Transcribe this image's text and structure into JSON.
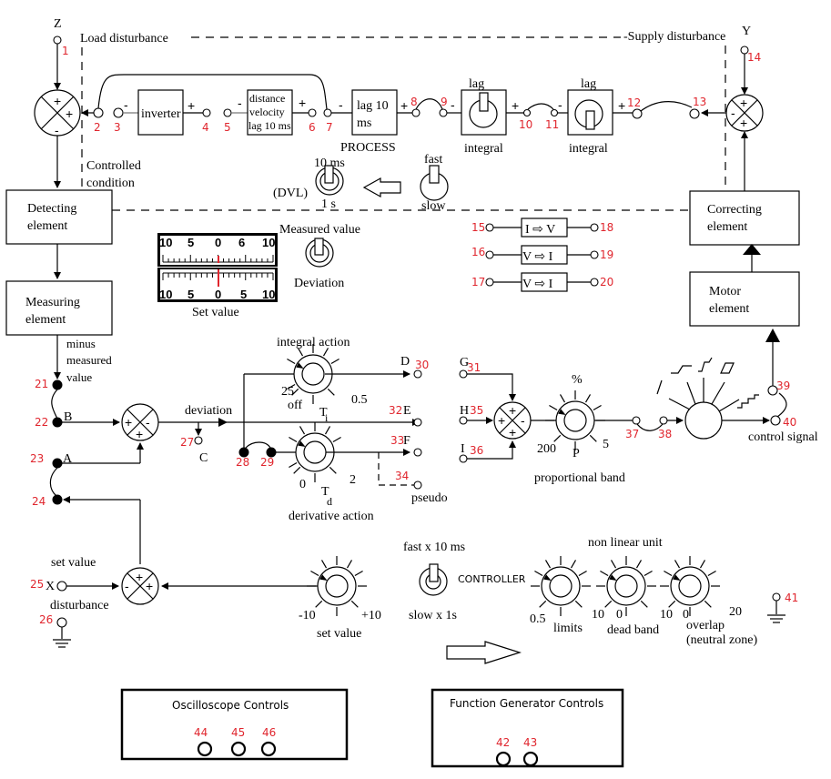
{
  "labels": {
    "z": "Z",
    "y": "Y",
    "load_disturbance": "Load disturbance",
    "supply_disturbance": "-Supply disturbance",
    "controlled_condition_1": "Controlled",
    "controlled_condition_2": "condition",
    "inverter": "inverter",
    "dvl_1": "distance",
    "dvl_2": "velocity",
    "dvl_3": "lag 10 ms",
    "lag10_1": "lag 10",
    "lag10_2": "ms",
    "process": "PROCESS",
    "lag_a": "lag",
    "integral_a": "integral",
    "lag_b": "lag",
    "integral_b": "integral",
    "dvl_switch_top": "10 ms",
    "dvl_switch_bottom": "1 s",
    "dvl_switch_label": "(DVL)",
    "fast": "fast",
    "slow": "slow",
    "detecting_1": "Detecting",
    "detecting_2": "element",
    "measuring_1": "Measuring",
    "measuring_2": "element",
    "correcting_1": "Correcting",
    "correcting_2": "element",
    "motor_1": "Motor",
    "motor_2": "element",
    "measured_value": "Measured value",
    "deviation_switch": "Deviation",
    "set_value_meter": "Set value",
    "minus_1": "minus",
    "minus_2": "measured",
    "minus_3": "value",
    "B": "B",
    "A": "A",
    "C": "C",
    "D": "D",
    "E": "E",
    "F": "F",
    "G": "G",
    "H": "H",
    "I": "I",
    "X": "X",
    "deviation": "deviation",
    "integral_action": "integral action",
    "ti": "T",
    "ti_sub": "i",
    "int_25": "25",
    "int_off": "off",
    "int_05": "0.5",
    "derivative_action": "derivative action",
    "td": "T",
    "td_sub": "d",
    "der_0": "0",
    "der_2": "2",
    "pseudo": "pseudo",
    "percent": "%",
    "pb_200": "200",
    "pb_p": "P",
    "pb_5": "5",
    "proportional_band": "proportional band",
    "control_signal": "control signal",
    "set_value_top": "set value",
    "disturbance": "disturbance",
    "sv_minus10": "-10",
    "sv_plus10": "+10",
    "set_value_knob": "set value",
    "fast_x10": "fast x 10 ms",
    "slow_x1": "slow x 1s",
    "controller": "CONTROLLER",
    "non_linear_unit": "non linear unit",
    "lim_05": "0.5",
    "lim_10": "10",
    "limits": "limits",
    "db_0": "0",
    "db_10": "10",
    "dead_band": "dead band",
    "ov_0": "0",
    "ov_20": "20",
    "overlap": "overlap",
    "neutral_zone": "(neutral zone)",
    "osc_controls": "Oscilloscope Controls",
    "fg_controls": "Function Generator Controls",
    "i_to_v": "I ⇨ V",
    "v_to_i_1": "V ⇨ I",
    "v_to_i_2": "V ⇨ I"
  },
  "meter": {
    "top_scale": [
      "10",
      "5",
      "0",
      "6",
      "10"
    ],
    "bottom_scale": [
      "10",
      "5",
      "0",
      "5",
      "10"
    ]
  },
  "terminals": [
    "1",
    "2",
    "3",
    "4",
    "5",
    "6",
    "7",
    "8",
    "9",
    "10",
    "11",
    "12",
    "13",
    "14",
    "15",
    "16",
    "17",
    "18",
    "19",
    "20",
    "21",
    "22",
    "23",
    "24",
    "25",
    "26",
    "27",
    "28",
    "29",
    "30",
    "31",
    "32",
    "33",
    "34",
    "35",
    "36",
    "37",
    "38",
    "39",
    "40",
    "41",
    "42",
    "43",
    "44",
    "45",
    "46"
  ],
  "signs": {
    "plus": "+",
    "minus": "-"
  },
  "colors": {
    "terminal_number": "#e0262e",
    "meter_needle": "#e0262e"
  }
}
